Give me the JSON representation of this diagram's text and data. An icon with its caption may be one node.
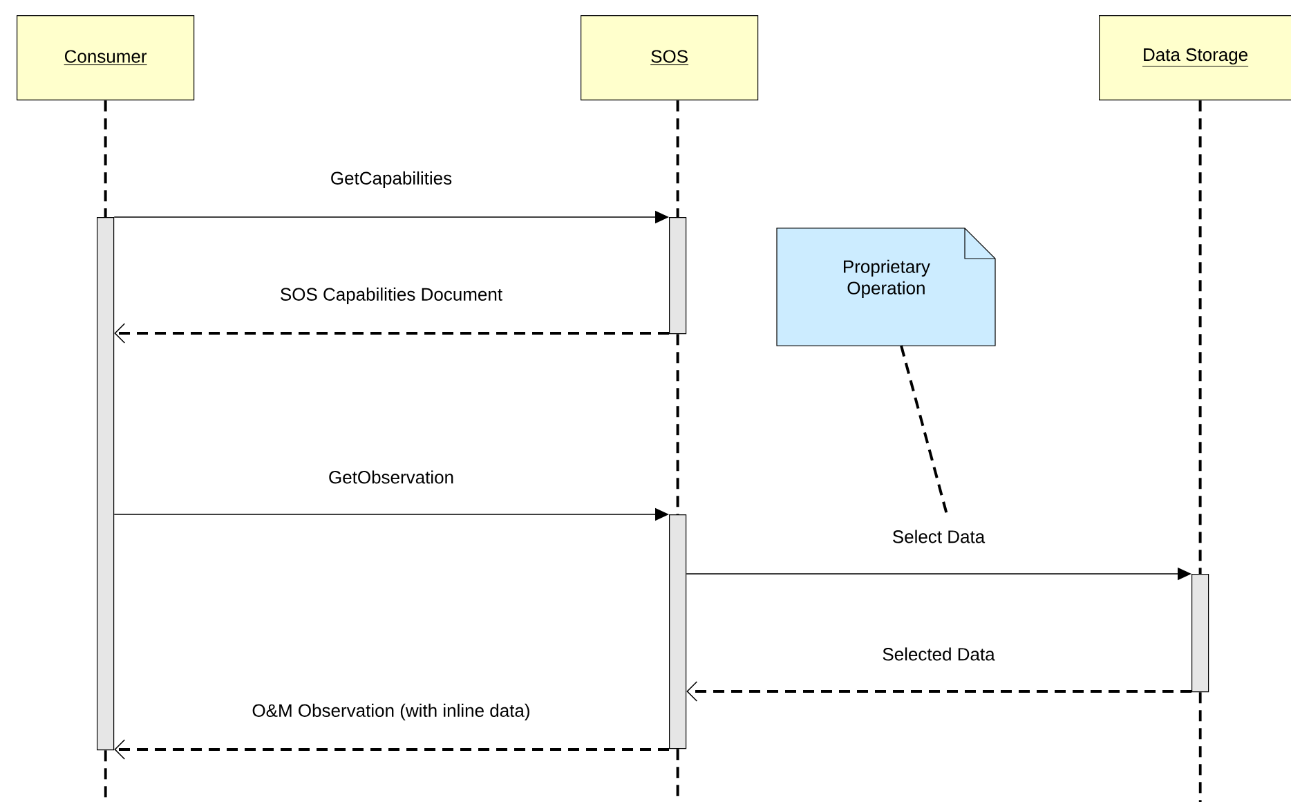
{
  "diagram": {
    "nodes": [
      {
        "text": [
          "Consumer"
        ]
      },
      {
        "text": [
          "SOS"
        ]
      },
      {
        "text": [
          "Data Storage"
        ]
      },
      {
        "text": [],
        "shape": "bar"
      },
      {
        "text": [],
        "shape": "bar"
      },
      {
        "text": [],
        "shape": "bar"
      },
      {
        "text": [],
        "shape": "bar"
      },
      {
        "text": [
          "Proprietary Operation"
        ]
      }
    ],
    "edges": [
      {
        "from": 0,
        "to": 3,
        "arrow": "none",
        "style": "dashed"
      },
      {
        "from": 3,
        "to": null,
        "arrow": "none",
        "style": "dashed"
      },
      {
        "from": 1,
        "to": 4,
        "arrow": "none",
        "style": "dashed"
      },
      {
        "from": 4,
        "to": 5,
        "arrow": "none",
        "style": "dashed"
      },
      {
        "from": 5,
        "to": null,
        "arrow": "none",
        "style": "dashed"
      },
      {
        "from": 2,
        "to": 6,
        "arrow": "none",
        "style": "dashed"
      },
      {
        "from": 6,
        "to": null,
        "arrow": "none",
        "style": "dashed"
      },
      {
        "from": 3,
        "to": 4,
        "arrow": "to",
        "label": "GetCapabilities"
      },
      {
        "from": 4,
        "to": 3,
        "arrow": "to",
        "label": "SOS Capabilities Document",
        "style": "dashed"
      },
      {
        "from": 3,
        "to": 5,
        "arrow": "to",
        "label": "GetObservation"
      },
      {
        "from": 5,
        "to": 6,
        "arrow": "to",
        "label": "Select Data"
      },
      {
        "from": 6,
        "to": 5,
        "arrow": "to",
        "label": "Selected Data",
        "style": "dashed"
      },
      {
        "from": 5,
        "to": 3,
        "arrow": "to",
        "label": "O&M Observation (with inline data)",
        "style": "dashed"
      },
      {
        "from": 7,
        "to": null,
        "arrow": "none",
        "style": "dashed"
      }
    ]
  }
}
